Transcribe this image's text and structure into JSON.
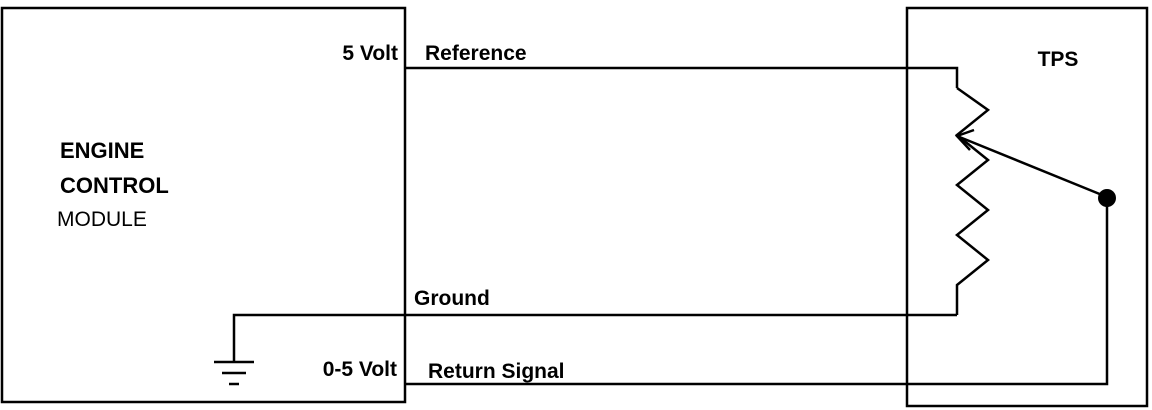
{
  "ecm": {
    "title_line1": "ENGINE",
    "title_line2": "CONTROL",
    "title_line3": "MODULE",
    "pin_reference": "5 Volt",
    "pin_signal": "0-5 Volt"
  },
  "sensor": {
    "title": "TPS"
  },
  "wires": {
    "reference": "Reference",
    "ground": "Ground",
    "return_signal": "Return Signal"
  }
}
